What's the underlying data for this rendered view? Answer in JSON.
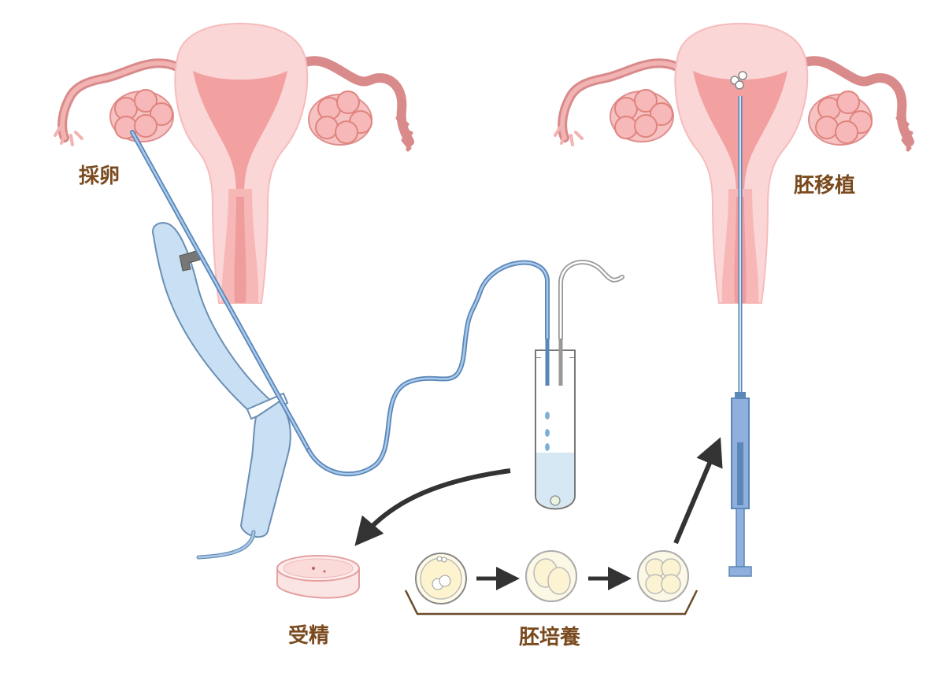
{
  "labels": {
    "egg_retrieval": "採卵",
    "embryo_transfer": "胚移植",
    "fertilization": "受精",
    "embryo_culture": "胚培養"
  }
}
